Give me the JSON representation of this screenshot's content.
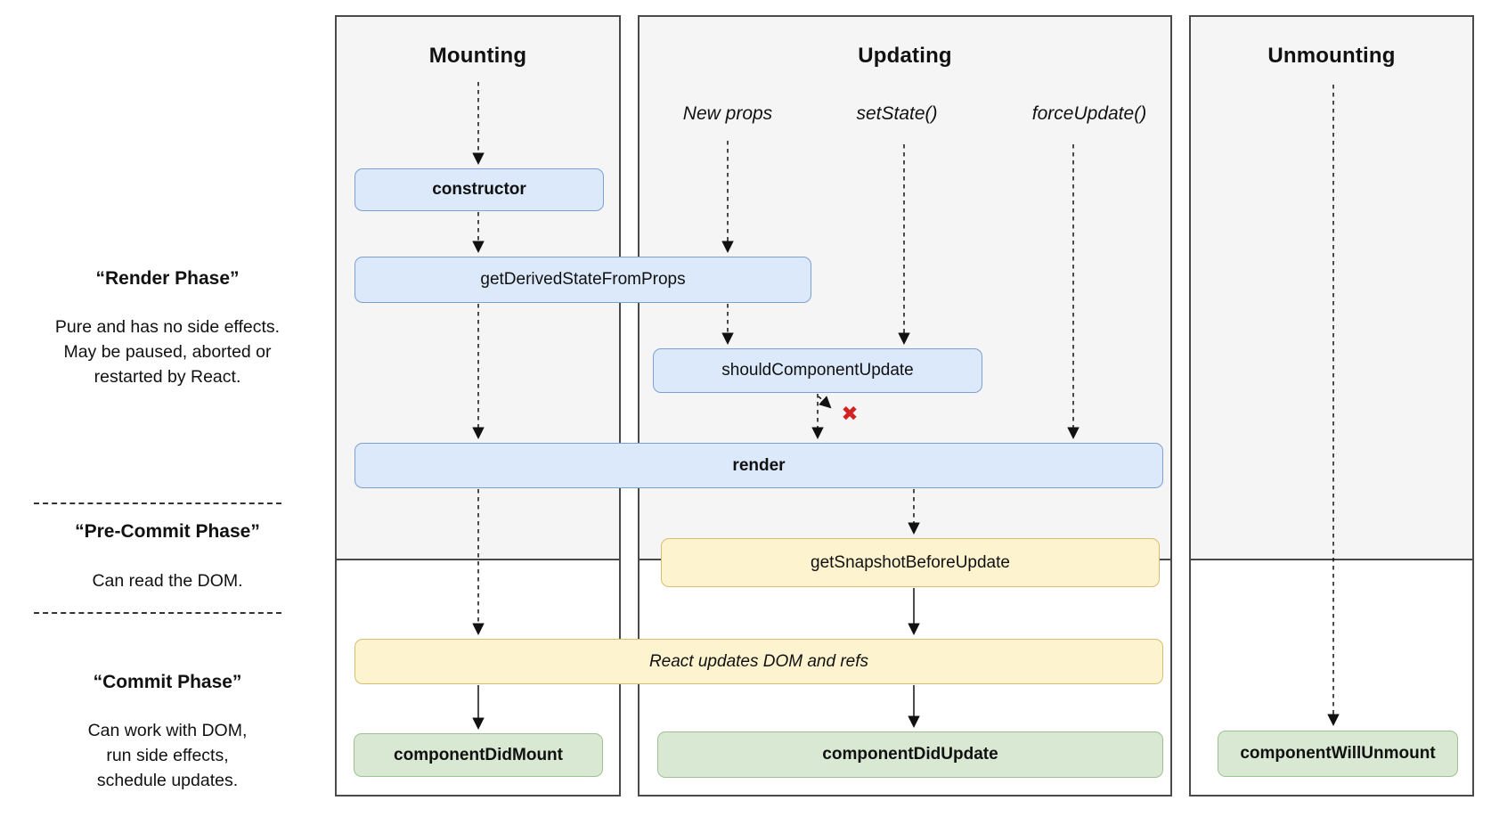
{
  "sidebar": {
    "sections": [
      {
        "title": "“Render Phase”",
        "description": "Pure and has no side effects.\nMay be paused, aborted or\nrestarted by React."
      },
      {
        "title": "“Pre-Commit Phase”",
        "description": "Can read the DOM."
      },
      {
        "title": "“Commit Phase”",
        "description": "Can work with DOM,\nrun side effects,\nschedule updates."
      }
    ]
  },
  "columns": {
    "mounting": {
      "header": "Mounting"
    },
    "updating": {
      "header": "Updating",
      "triggers": [
        "New props",
        "setState()",
        "forceUpdate()"
      ]
    },
    "unmounting": {
      "header": "Unmounting"
    }
  },
  "nodes": {
    "constructor": "constructor",
    "get_derived_state_from_props": "getDerivedStateFromProps",
    "should_component_update": "shouldComponentUpdate",
    "render": "render",
    "get_snapshot_before_update": "getSnapshotBeforeUpdate",
    "react_updates_dom": "React updates DOM and refs",
    "component_did_mount": "componentDidMount",
    "component_did_update": "componentDidUpdate",
    "component_will_unmount": "componentWillUnmount"
  },
  "symbols": {
    "abort_x": "✖"
  },
  "colors": {
    "phase_background": "#f5f5f5",
    "column_border": "#4a4a4a",
    "lifecycle_box_fill": "#dbe9fb",
    "lifecycle_box_border": "#7e9fd4",
    "side_effect_box_fill": "#fdf3cf",
    "side_effect_box_border": "#d9bd72",
    "commit_box_fill": "#d9e8d2",
    "commit_box_border": "#9dc292",
    "abort_x_color": "#d32222"
  }
}
